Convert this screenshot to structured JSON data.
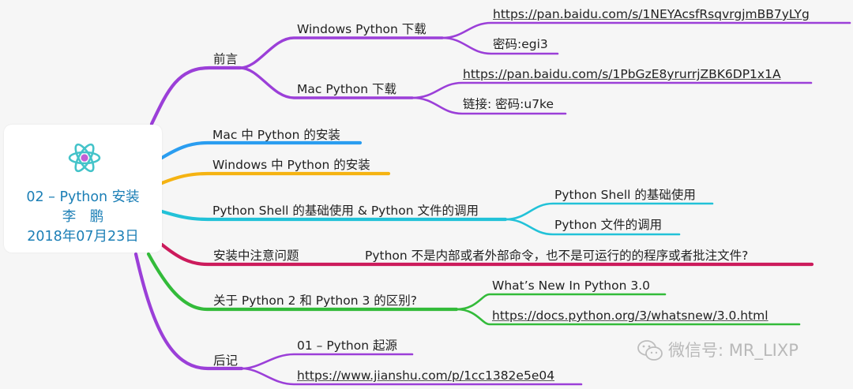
{
  "root": {
    "title_line1": "02 – Python 安装",
    "title_line2": "李　鹏",
    "title_line3": "2018年07月23日",
    "icon": "atom-icon"
  },
  "colors": {
    "purple": "#9b3fd8",
    "blue": "#2a9df0",
    "yellow": "#f5b312",
    "cyan": "#22c2d8",
    "crimson": "#cc1b5c",
    "green": "#33bb3a",
    "root_text": "#1c7fb6"
  },
  "branches": [
    {
      "label": "前言",
      "children": [
        {
          "label": "Windows Python 下载",
          "children": [
            {
              "label": "https://pan.baidu.com/s/1NEYAcsfRsqvrgjmBB7yLYg"
            },
            {
              "label": "密码:egi3"
            }
          ]
        },
        {
          "label": "Mac Python 下载",
          "children": [
            {
              "label": "https://pan.baidu.com/s/1PbGzE8yrurrjZBK6DP1x1A"
            },
            {
              "label": "链接: 密码:u7ke"
            }
          ]
        }
      ]
    },
    {
      "label": "Mac 中 Python 的安装"
    },
    {
      "label": "Windows 中 Python 的安装"
    },
    {
      "label": "Python Shell 的基础使用 & Python 文件的调用",
      "children": [
        {
          "label": "Python Shell 的基础使用"
        },
        {
          "label": "Python 文件的调用"
        }
      ]
    },
    {
      "label": "安装中注意问题",
      "children": [
        {
          "label": "Python 不是内部或者外部命令，也不是可运行的的程序或者批注文件?"
        }
      ]
    },
    {
      "label": "关于 Python 2 和 Python 3 的区别?",
      "children": [
        {
          "label": "What’s New In Python 3.0"
        },
        {
          "label": "https://docs.python.org/3/whatsnew/3.0.html"
        }
      ]
    },
    {
      "label": "后记",
      "children": [
        {
          "label": "01 – Python 起源"
        },
        {
          "label": "https://www.jianshu.com/p/1cc1382e5e04"
        }
      ]
    }
  ],
  "watermark": {
    "text": "微信号: MR_LIXP",
    "icon": "wechat-icon"
  }
}
